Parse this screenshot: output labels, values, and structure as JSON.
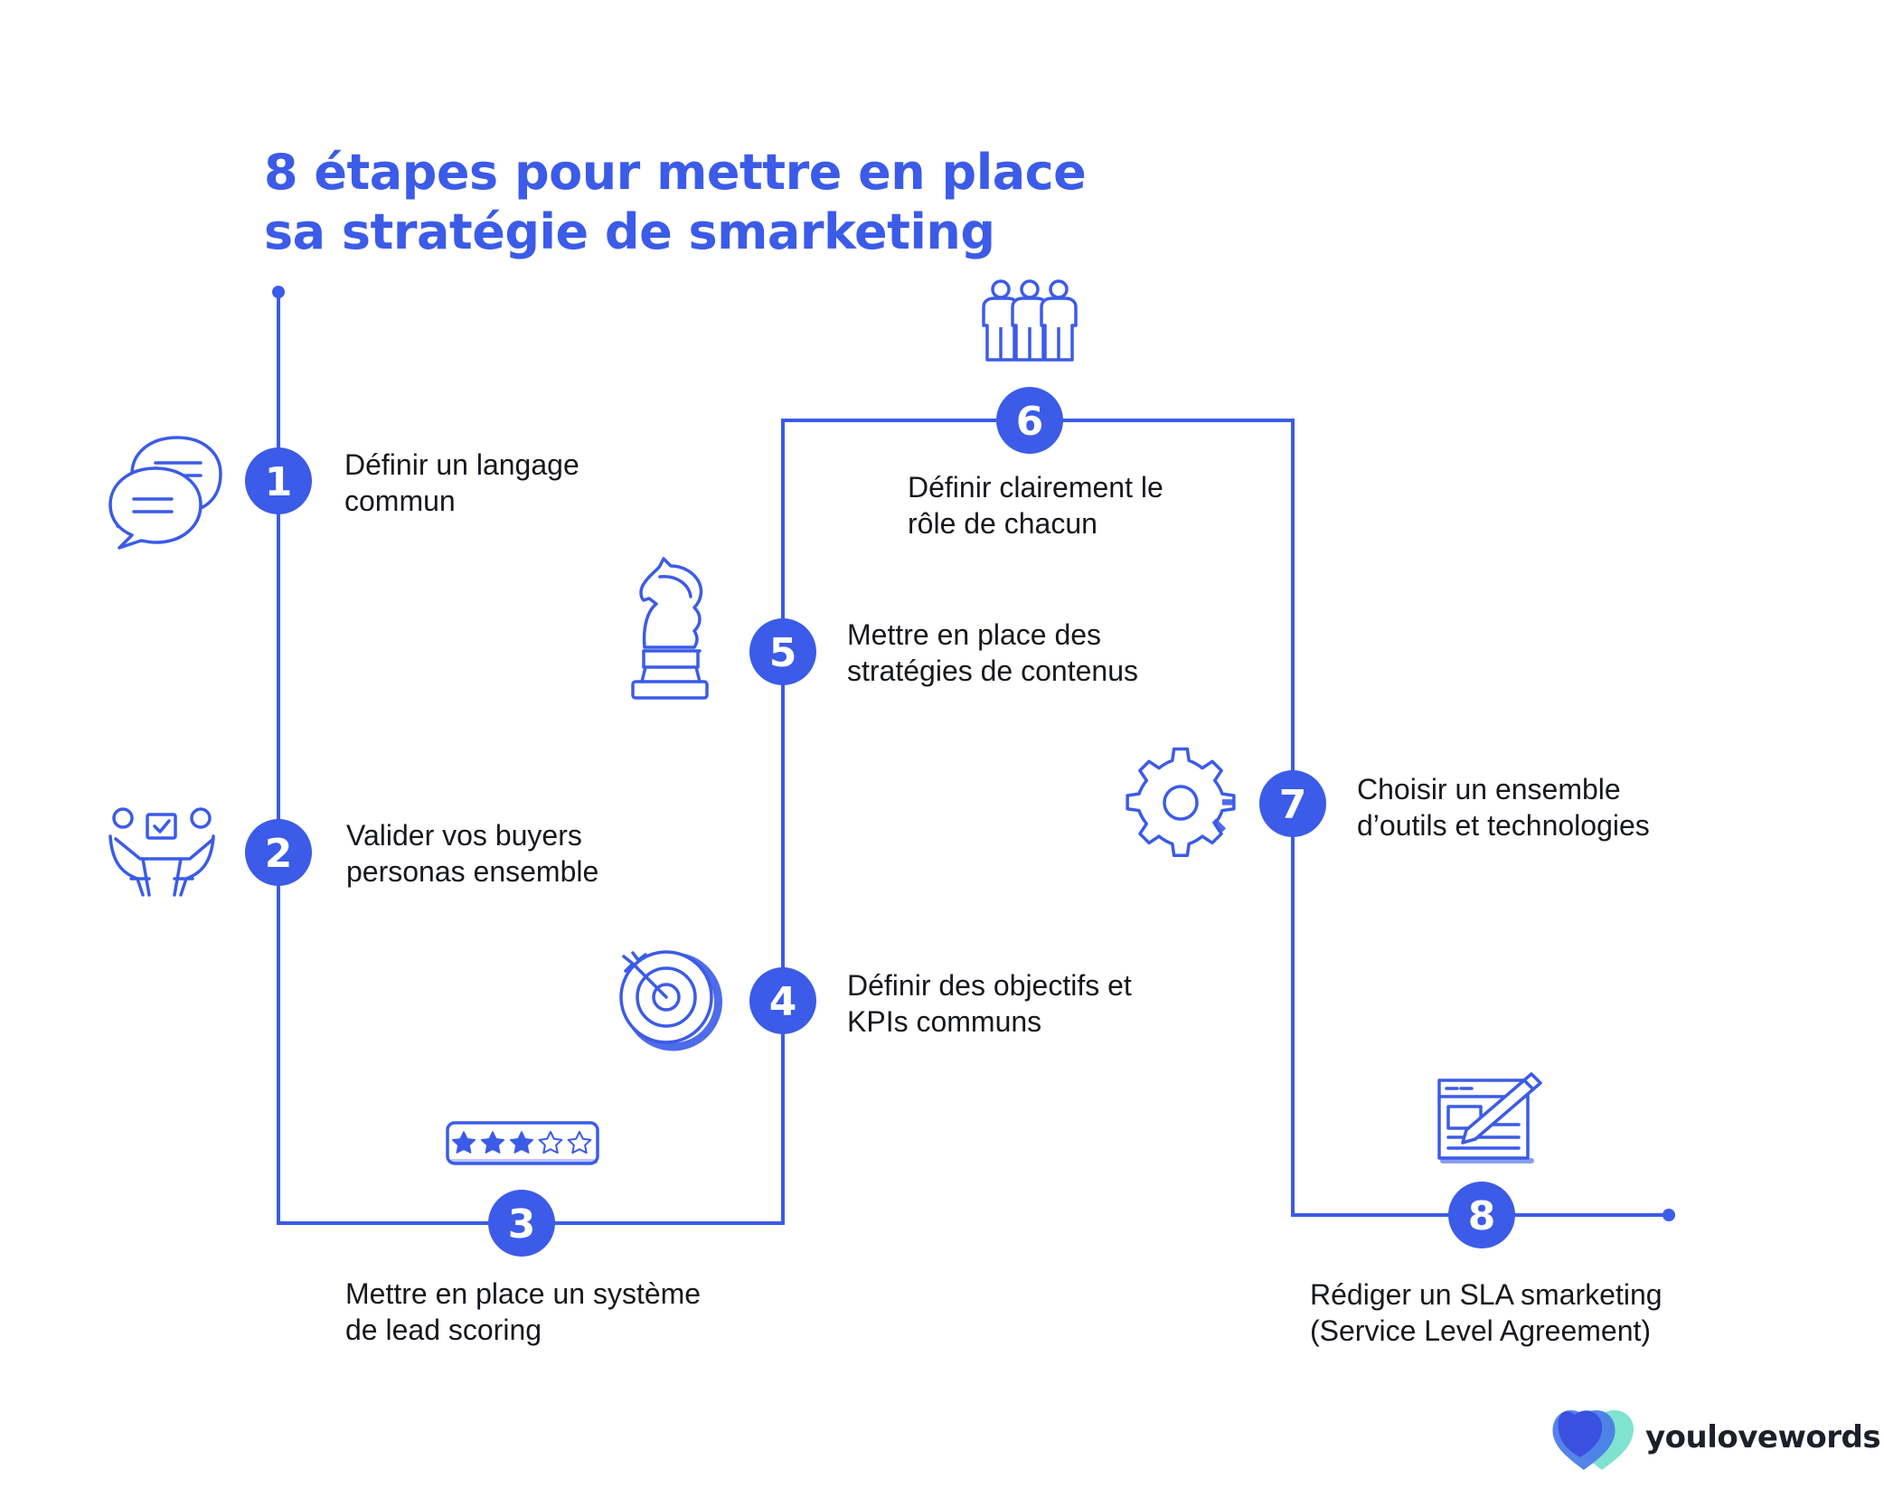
{
  "title": {
    "line1": "8 étapes pour mettre en place",
    "line2": "sa stratégie de smarketing"
  },
  "steps": [
    {
      "number": "1",
      "line1": "Définir un langage",
      "line2": "commun",
      "icon": "chat-bubbles-icon"
    },
    {
      "number": "2",
      "line1": "Valider vos buyers",
      "line2": "personas ensemble",
      "icon": "meeting-people-icon"
    },
    {
      "number": "3",
      "line1": "Mettre en place un système",
      "line2": "de lead scoring",
      "icon": "star-rating-icon"
    },
    {
      "number": "4",
      "line1": "Définir des objectifs et",
      "line2": "KPIs communs",
      "icon": "target-icon"
    },
    {
      "number": "5",
      "line1": "Mettre en place des",
      "line2": "stratégies de contenus",
      "icon": "chess-knight-icon"
    },
    {
      "number": "6",
      "line1": "Définir clairement le",
      "line2": "rôle de chacun",
      "icon": "team-people-icon"
    },
    {
      "number": "7",
      "line1": "Choisir un ensemble",
      "line2": "d’outils et technologies",
      "icon": "gear-icon"
    },
    {
      "number": "8",
      "line1": "Rédiger un SLA smarketing",
      "line2": "(Service Level Agreement)",
      "icon": "document-pencil-icon"
    }
  ],
  "brand": {
    "name": "youlovewords",
    "icon": "hearts-logo-icon"
  },
  "colors": {
    "accent": "#3b5be8",
    "text": "#16181f",
    "logo_teal": "#7fe3cf",
    "logo_blue": "#4b7ce8"
  }
}
